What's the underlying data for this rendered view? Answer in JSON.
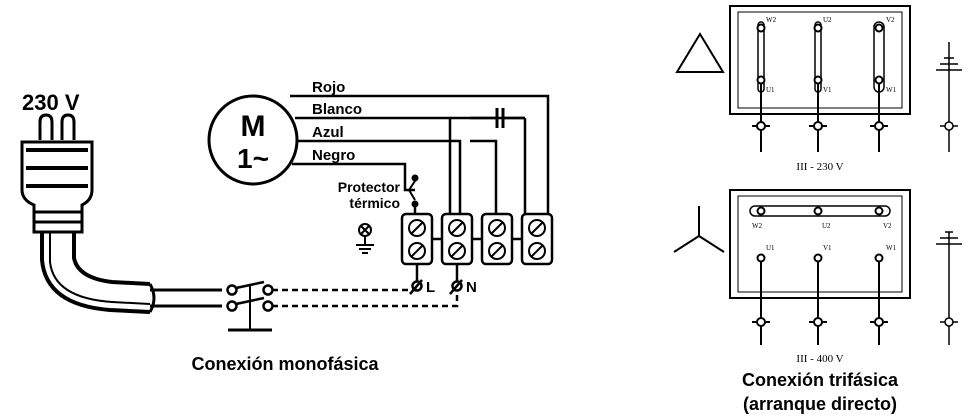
{
  "single_phase": {
    "voltage_label": "230 V",
    "motor": {
      "letter": "M",
      "phase": "1~"
    },
    "wires": [
      "Rojo",
      "Blanco",
      "Azul",
      "Negro"
    ],
    "protector": [
      "Protector",
      "térmico"
    ],
    "terminals": {
      "line": "L",
      "neutral": "N"
    },
    "caption": "Conexión monofásica"
  },
  "three_phase": {
    "delta": {
      "top_labels": [
        "W2",
        "U2",
        "V2"
      ],
      "bottom_labels": [
        "U1",
        "V1",
        "W1"
      ],
      "caption": "III - 230 V"
    },
    "star": {
      "top_labels": [
        "W2",
        "U2",
        "V2"
      ],
      "bottom_labels": [
        "U1",
        "V1",
        "W1"
      ],
      "caption": "III - 400 V"
    },
    "caption_line1": "Conexión trifásica",
    "caption_line2": "(arranque directo)"
  }
}
